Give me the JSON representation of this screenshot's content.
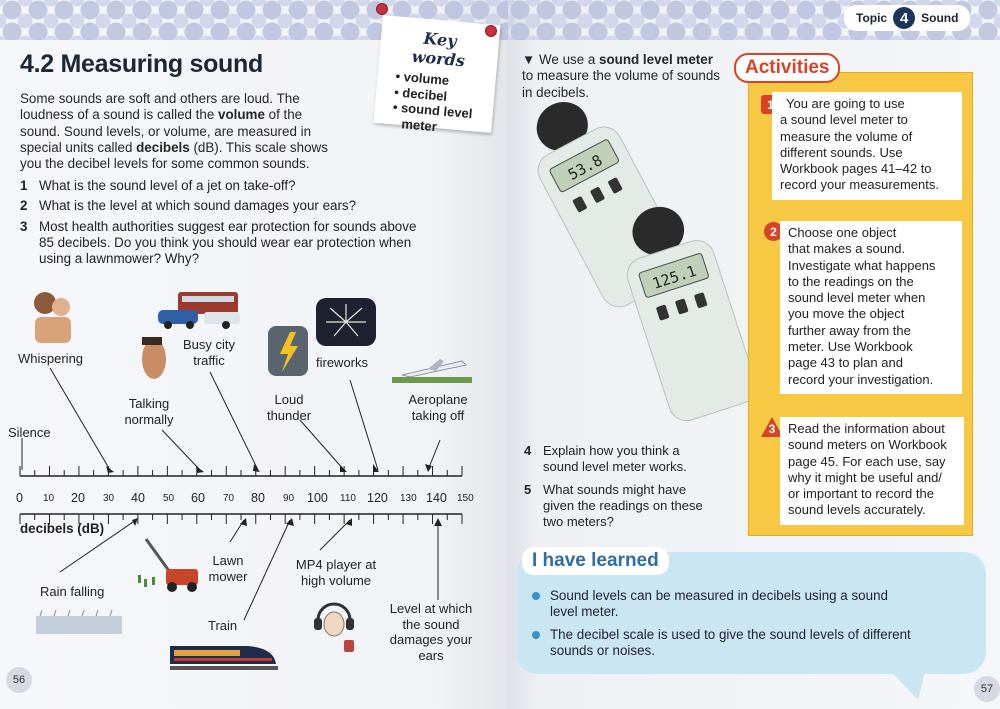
{
  "left": {
    "title": "4.2 Measuring sound",
    "intro": [
      "Some sounds are soft and others are loud. The",
      "loudness of a sound is called the ",
      "volume",
      " of the",
      "sound. Sound levels, or volume, are measured in",
      "special units called ",
      "decibels",
      " (dB). This scale shows",
      "you the decibel levels for some common sounds."
    ],
    "questions": [
      {
        "num": "1",
        "text": "What is the sound level of a jet on take-off?"
      },
      {
        "num": "2",
        "text": "What is the level at which sound damages your ears?"
      },
      {
        "num": "3",
        "line1": "Most health authorities suggest ear protection for sounds above",
        "line2": "85 decibels. Do you think you should wear ear protection when",
        "line3": "using a lawnmower? Why?"
      }
    ],
    "key_words": {
      "title": "Key words",
      "items": [
        "volume",
        "decibel",
        "sound level",
        "meter"
      ]
    },
    "scale": {
      "numbers": [
        "0",
        "10",
        "20",
        "30",
        "40",
        "50",
        "60",
        "70",
        "80",
        "90",
        "100",
        "110",
        "120",
        "130",
        "140",
        "150"
      ],
      "unit_label": "decibels (dB)"
    },
    "labels": {
      "silence": "Silence",
      "whispering": "Whispering",
      "talking": [
        "Talking",
        "normally"
      ],
      "busy_city": [
        "Busy city",
        "traffic"
      ],
      "loud_thunder": [
        "Loud",
        "thunder"
      ],
      "fireworks": "fireworks",
      "aeroplane": [
        "Aeroplane",
        "taking off"
      ],
      "rain": "Rain falling",
      "lawn": [
        "Lawn",
        "mower"
      ],
      "mp4": [
        "MP4 player at",
        "high volume"
      ],
      "train": "Train",
      "damage": [
        "Level at which",
        "the sound",
        "damages your",
        "ears"
      ]
    },
    "page_number": "56"
  },
  "right": {
    "topic_label": "Topic",
    "topic_number": "4",
    "topic_name": "Sound",
    "caption": {
      "marker": "▼",
      "pre": "We use a ",
      "bold": "sound level meter",
      "line2": "to measure the volume of sounds",
      "line3": "in decibels."
    },
    "meter_readings": [
      "53.8",
      "125.1"
    ],
    "questions": [
      {
        "num": "4",
        "line1": "Explain how you think a",
        "line2": "sound level meter works."
      },
      {
        "num": "5",
        "line1": "What sounds might have",
        "line2": "given the readings on these",
        "line3": "two meters?"
      }
    ],
    "activities_title": "Activities",
    "activities": [
      {
        "num": "1",
        "lines": [
          "You are going to use",
          "a sound level meter to",
          "measure the volume of",
          "different sounds. Use",
          "Workbook pages 41–42 to",
          "record your measurements."
        ]
      },
      {
        "num": "2",
        "lines": [
          "Choose one object",
          "that makes a sound.",
          "Investigate what happens",
          "to the readings on the",
          "sound level meter when",
          "you move the object",
          "further away from the",
          "meter. Use Workbook",
          "page 43 to plan and",
          "record your investigation."
        ]
      },
      {
        "num": "3",
        "lines": [
          "Read the information about",
          "sound meters on Workbook",
          "page 45. For each use, say",
          "why it might be useful and/",
          "or important to record the",
          "sound levels accurately."
        ]
      }
    ],
    "learned_title": "I have learned",
    "learned": [
      {
        "line1": "Sound levels can be measured in decibels using a sound",
        "line2": "level meter."
      },
      {
        "line1": "The decibel scale is used to give the sound levels of different",
        "line2": "sounds or noises."
      }
    ],
    "page_number": "57"
  },
  "colors": {
    "accent_red": "#d84326",
    "activities_yellow": "#f7c843",
    "learned_blue": "#c9e6f2",
    "topic_navy": "#1d3558"
  },
  "icons": [
    "whisper-figure-icon",
    "talking-face-icon",
    "bus-traffic-icon",
    "lightning-icon",
    "fireworks-icon",
    "aeroplane-icon",
    "rain-icon",
    "lawnmower-icon",
    "headphones-icon",
    "train-icon",
    "sound-level-meter-icon"
  ]
}
